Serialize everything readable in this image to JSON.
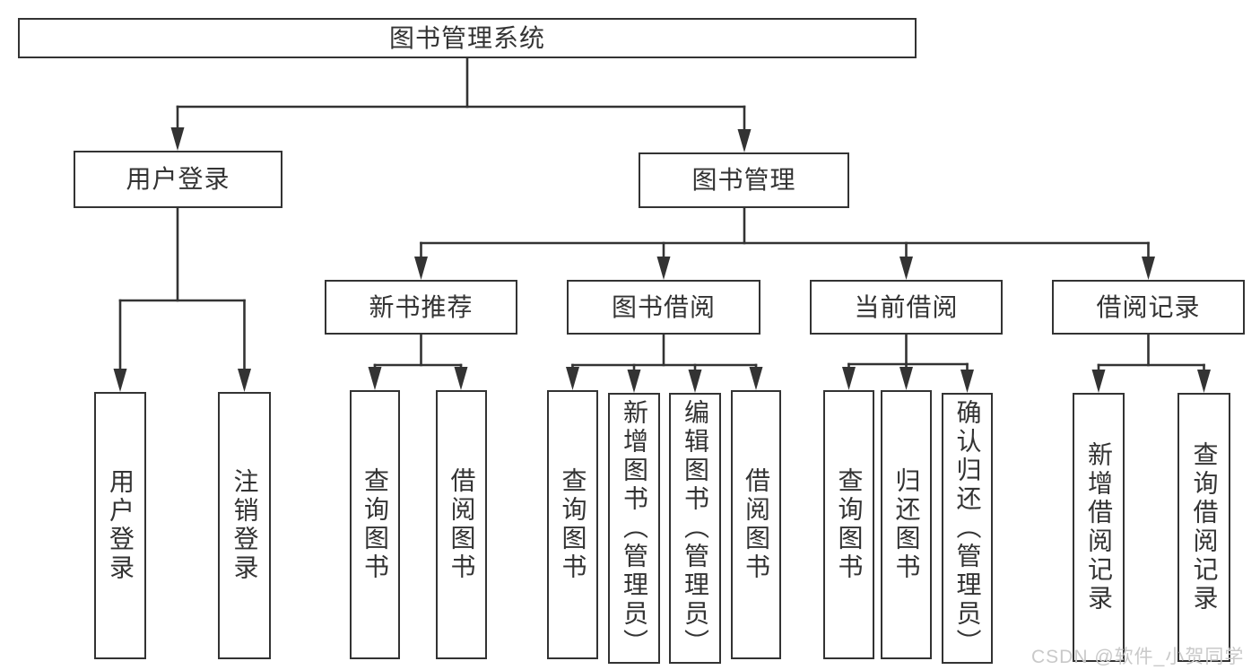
{
  "diagram": {
    "title": "图书管理系统",
    "branches": [
      {
        "label": "用户登录",
        "children": [
          {
            "label": "用户登录"
          },
          {
            "label": "注销登录"
          }
        ]
      },
      {
        "label": "图书管理",
        "children": [
          {
            "label": "新书推荐",
            "children": [
              {
                "label": "查询图书"
              },
              {
                "label": "借阅图书"
              }
            ]
          },
          {
            "label": "图书借阅",
            "children": [
              {
                "label": "查询图书"
              },
              {
                "label": "新增图书（管理员）"
              },
              {
                "label": "编辑图书（管理员）"
              },
              {
                "label": "借阅图书"
              }
            ]
          },
          {
            "label": "当前借阅",
            "children": [
              {
                "label": "查询图书"
              },
              {
                "label": "归还图书"
              },
              {
                "label": "确认归还（管理员）"
              }
            ]
          },
          {
            "label": "借阅记录",
            "children": [
              {
                "label": "新增借阅记录"
              },
              {
                "label": "查询借阅记录"
              }
            ]
          }
        ]
      }
    ]
  },
  "watermark": "CSDN @软件_小贺同学",
  "colors": {
    "line": "#333333",
    "text": "#333333",
    "watermark": "#c9c9c9",
    "background": "#ffffff"
  }
}
